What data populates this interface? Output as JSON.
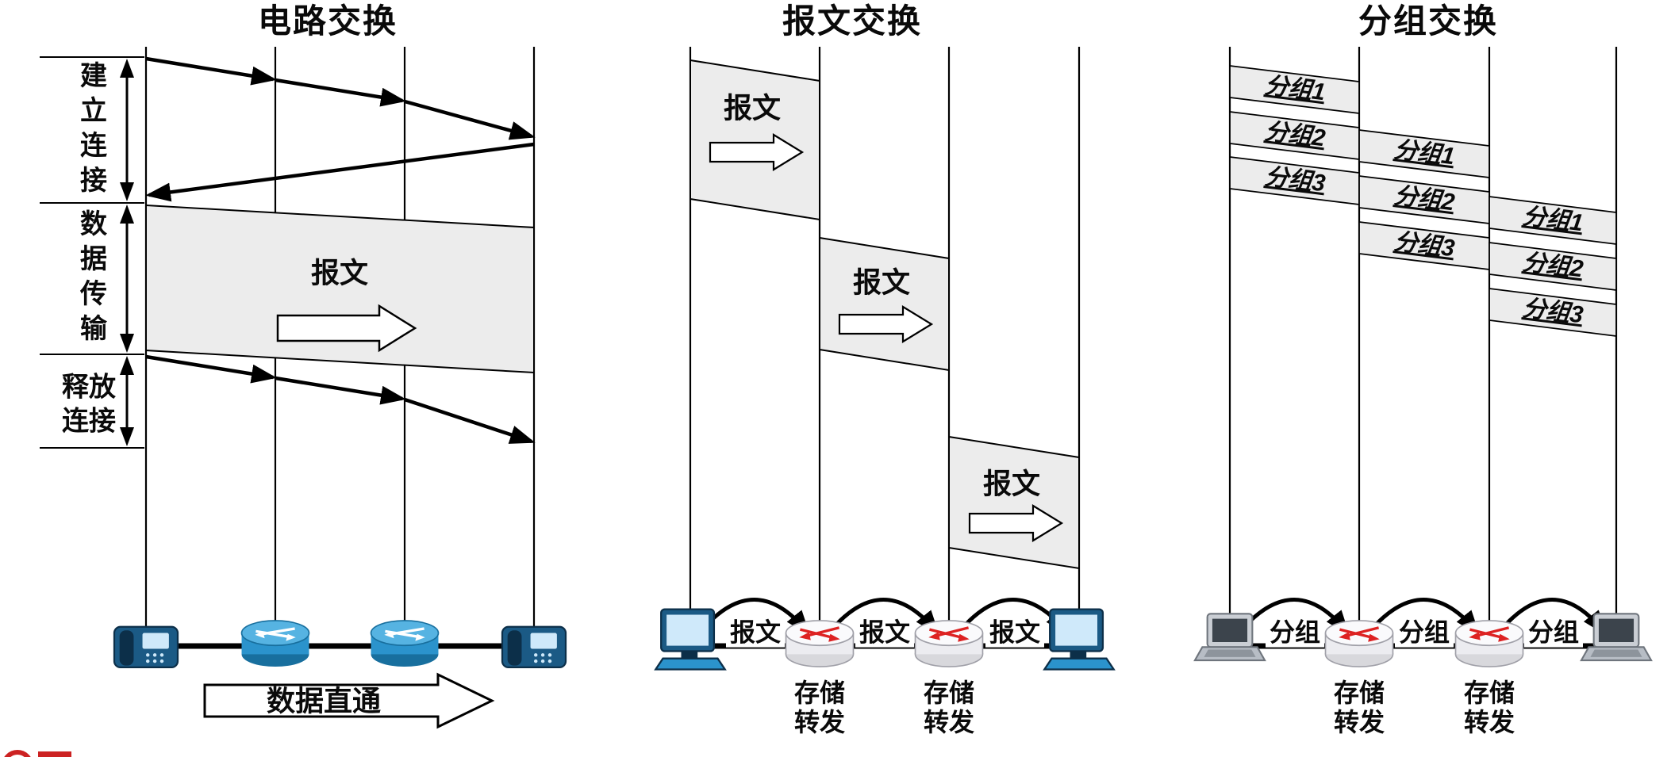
{
  "colors": {
    "block_fill": "#ececec",
    "line_color": "#000000",
    "device_blue": "#2b93cc",
    "device_blue_dark": "#1b5a85",
    "router_arrow_red": "#dd2222",
    "watermark_red": "#cc2222"
  },
  "circuit_panel": {
    "title": "电路交换",
    "phases": [
      {
        "label": "建立连接"
      },
      {
        "label": "数据传输"
      },
      {
        "label": "释放连接"
      }
    ],
    "message_label": "报文",
    "through_arrow_label": "数据直通"
  },
  "message_panel": {
    "title": "报文交换",
    "blocks": [
      "报文",
      "报文",
      "报文"
    ],
    "hop_labels": [
      "报文",
      "报文",
      "报文"
    ],
    "store_forward": [
      "存储\n转发",
      "存储\n转发"
    ]
  },
  "packet_panel": {
    "title": "分组交换",
    "rows": [
      [
        "分组1",
        "分组2",
        "分组3"
      ],
      [
        "分组1",
        "分组2",
        "分组3"
      ],
      [
        "分组1",
        "分组2",
        "分组3"
      ]
    ],
    "hop_labels": [
      "分组",
      "分组",
      "分组"
    ],
    "store_forward": [
      "存储\n转发",
      "存储\n转发"
    ]
  }
}
